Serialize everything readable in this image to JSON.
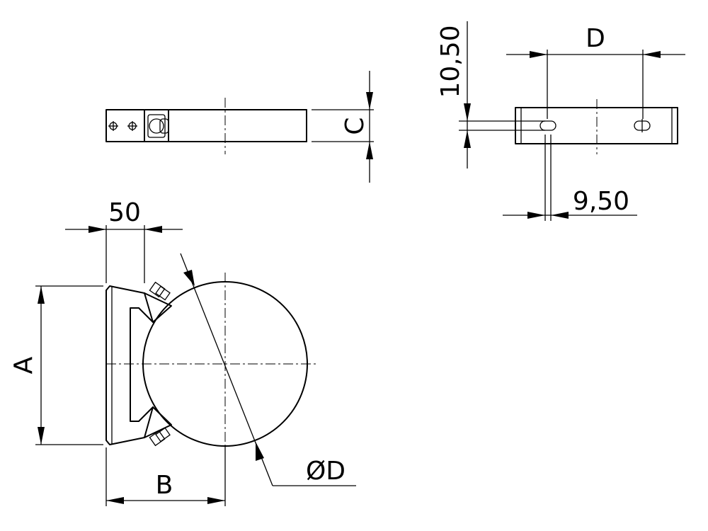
{
  "dimensions": {
    "top_width": "50",
    "left_height": "A",
    "bottom_width": "B",
    "diameter": "ØD",
    "side_height": "C",
    "slot_spacing": "D",
    "slot_height": "10,50",
    "slot_width": "9,50"
  }
}
